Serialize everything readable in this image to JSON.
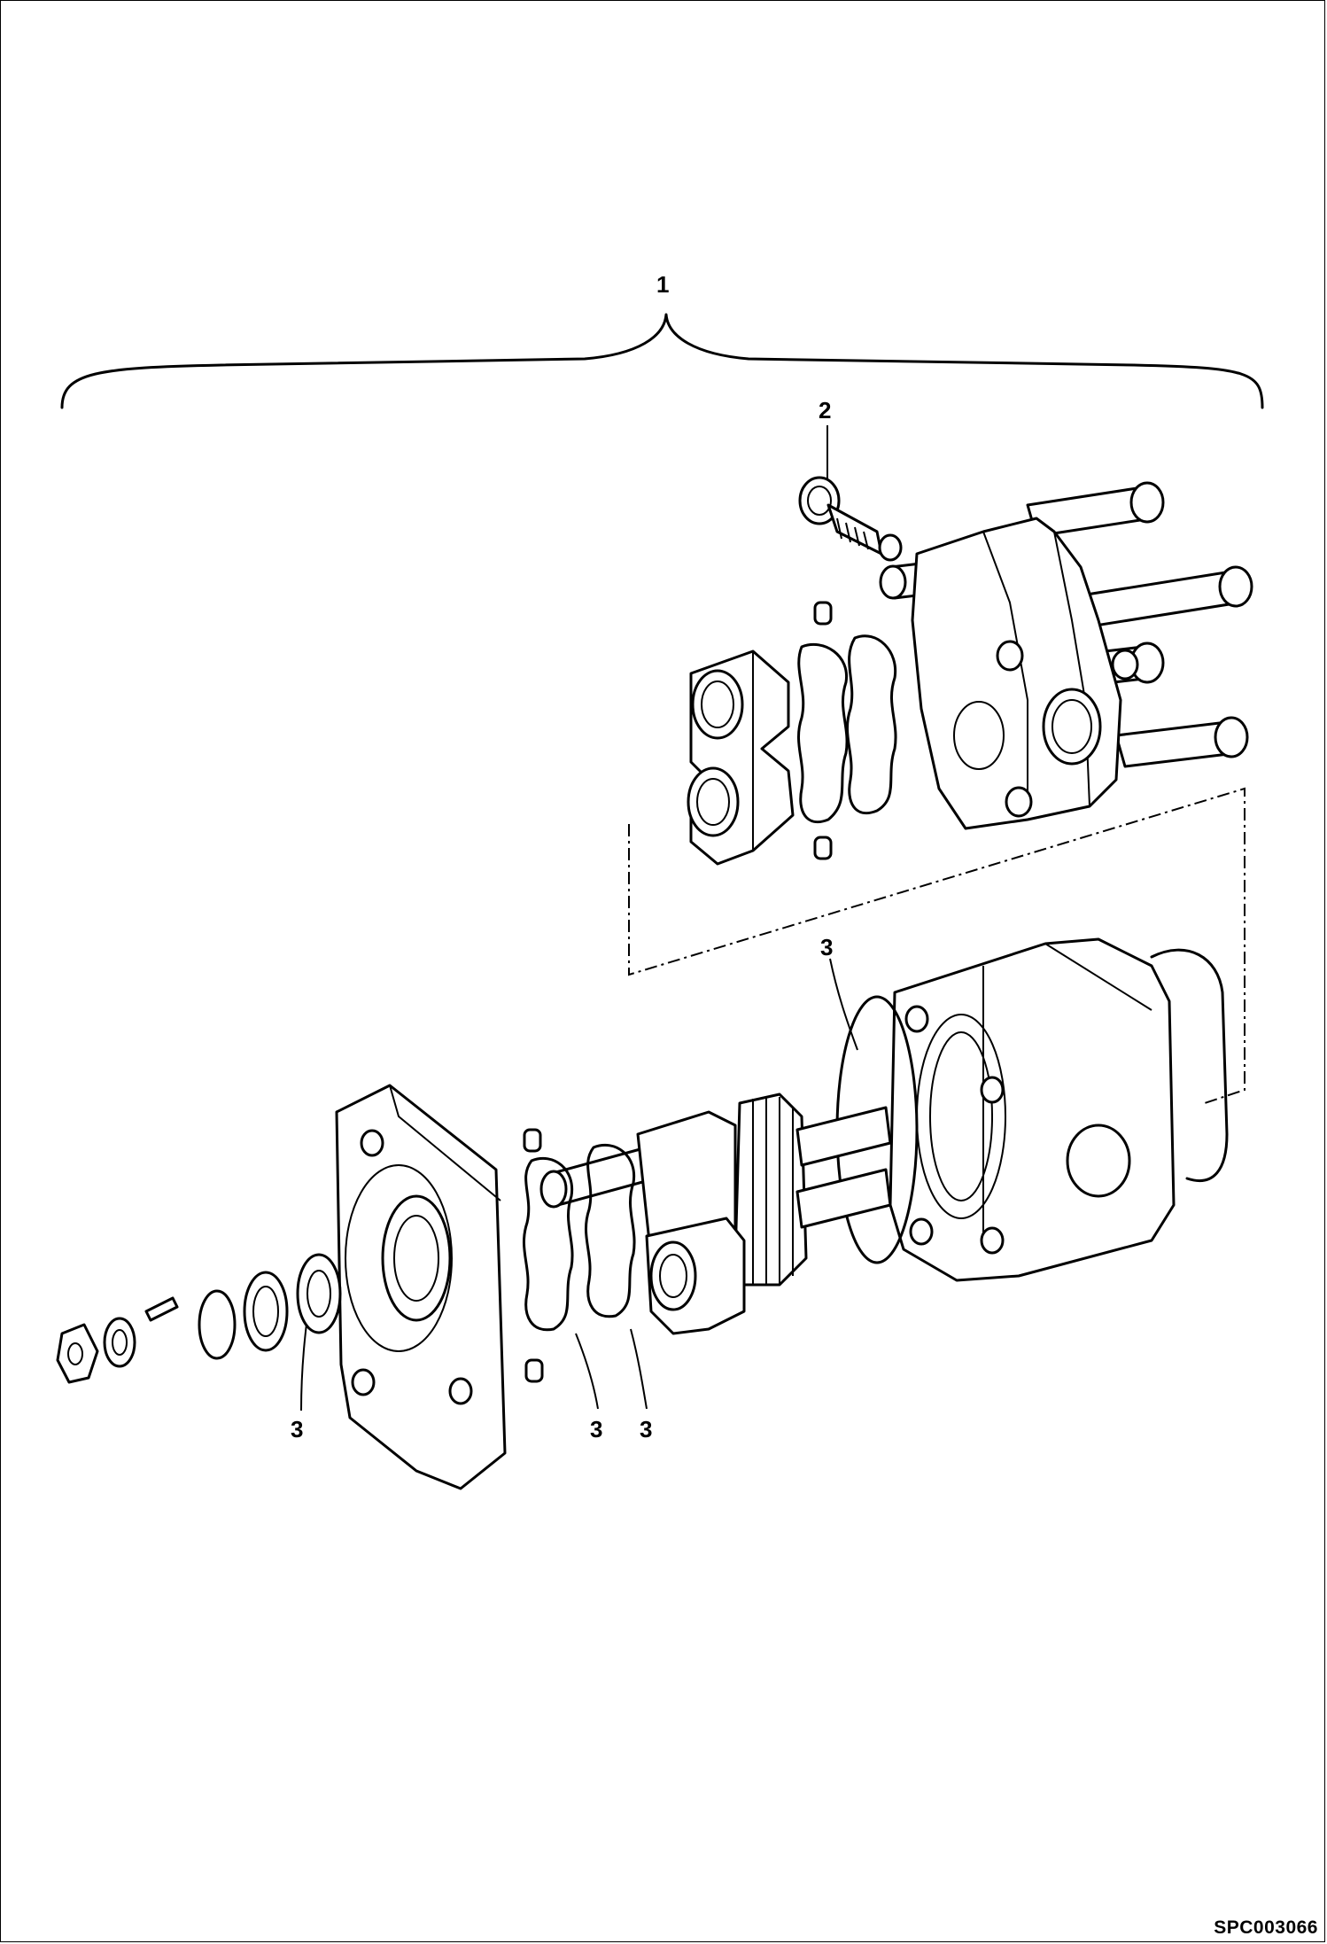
{
  "callouts": {
    "assembly": "1",
    "relief_valve": "2",
    "seal_housing": "3",
    "seal_shaft": "3",
    "seal_plate_a": "3",
    "seal_plate_b": "3"
  },
  "figure_code": "SPC003066"
}
